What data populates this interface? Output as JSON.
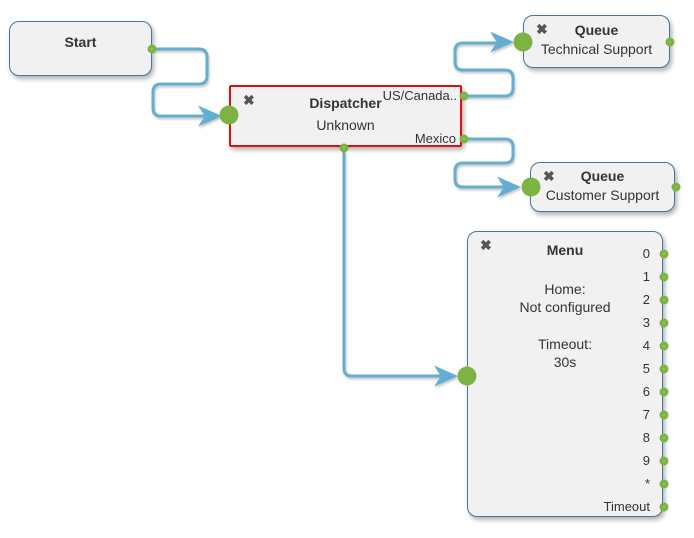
{
  "icons": {
    "close": "✖"
  },
  "colors": {
    "wire": "#63aed3",
    "port_green": "#7cb342",
    "node_border": "#4377a3",
    "selection_border": "#dd1111",
    "node_fill": "#f1f1f1",
    "text": "#333333"
  },
  "nodes": {
    "start": {
      "title": "Start"
    },
    "dispatcher": {
      "title": "Dispatcher",
      "subtitle": "Unknown",
      "outputs": {
        "us_canada": "US/Canada..",
        "mexico": "Mexico"
      }
    },
    "queue_technical": {
      "title": "Queue",
      "subtitle": "Technical Support"
    },
    "queue_customer": {
      "title": "Queue",
      "subtitle": "Customer Support"
    },
    "menu": {
      "title": "Menu",
      "home_label": "Home:",
      "home_value": "Not configured",
      "timeout_label": "Timeout:",
      "timeout_value": "30s",
      "ports": [
        "0",
        "1",
        "2",
        "3",
        "4",
        "5",
        "6",
        "7",
        "8",
        "9",
        "*",
        "Timeout"
      ]
    }
  }
}
